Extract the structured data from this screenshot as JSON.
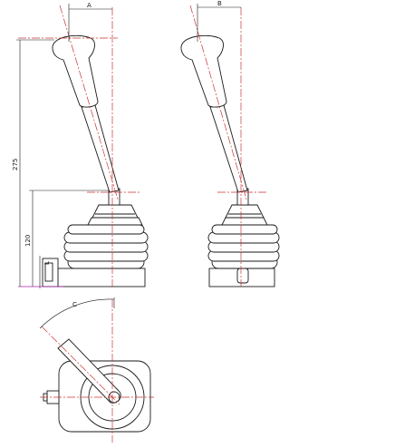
{
  "drawing": {
    "dimensions": {
      "dim_a": "A",
      "dim_b": "B",
      "dim_c": "C",
      "height_total": "275",
      "height_boot": "120",
      "dim_small": "L"
    },
    "colors": {
      "outline": "#1a1a1a",
      "centerline": "#cc3333",
      "construction": "#aa22aa"
    }
  }
}
